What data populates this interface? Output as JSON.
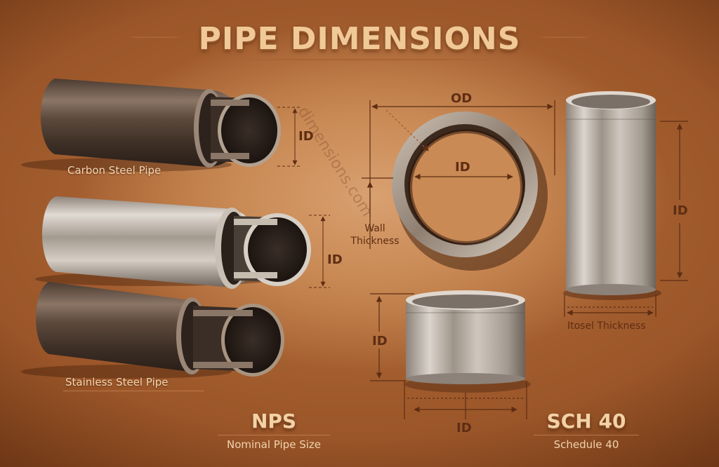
{
  "title": "PIPE DIMENSIONS",
  "watermark": "dimensions.com",
  "colors": {
    "background": "#b8723f",
    "title": "#f0c997",
    "dimension_ink": "#5e2d12",
    "label_text": "#f3d7b3"
  },
  "pipes": [
    {
      "label": "Carbon Steel Pipe",
      "dimension": "ID",
      "finish": "dark-steel"
    },
    {
      "label": "",
      "dimension": "ID",
      "finish": "polished-steel"
    },
    {
      "label": "Stainless Steel Pipe",
      "dimension": "",
      "finish": "dark-steel"
    }
  ],
  "ring_diagram": {
    "od_label": "OD",
    "id_label": "ID",
    "wall_label_line1": "Wall",
    "wall_label_line2": "Thickness"
  },
  "tall_cylinder": {
    "id_label": "ID",
    "bottom_label": "Itosel Thickness"
  },
  "short_cylinder": {
    "side_id_label": "ID",
    "bottom_id_label": "ID"
  },
  "footer": {
    "nps": {
      "code": "NPS",
      "desc": "Nominal Pipe Size"
    },
    "sch": {
      "code": "SCH 40",
      "desc": "Schedule 40"
    }
  }
}
